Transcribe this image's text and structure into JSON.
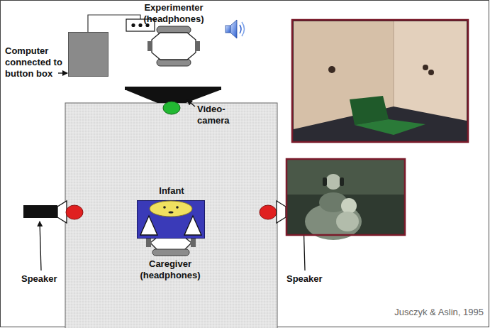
{
  "diagram": {
    "nodes": [
      {
        "text": [
          "Computer connected to button box"
        ]
      },
      {
        "text": [
          "Infant"
        ]
      }
    ],
    "labels": [
      "Experimenter (headphones)",
      "Video-camera",
      "Speaker",
      "Speaker",
      "Caregiver (headphones)",
      "Jusczyk & Aslin, 1995"
    ]
  }
}
